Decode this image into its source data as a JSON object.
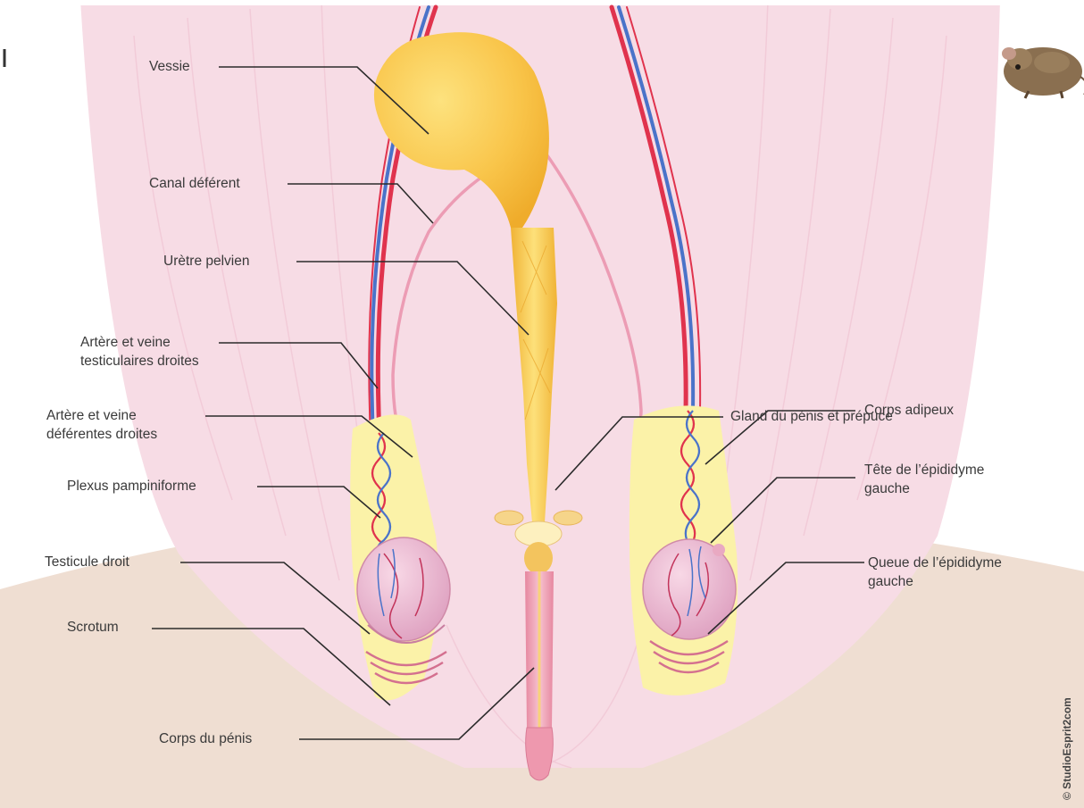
{
  "diagram": {
    "labels": {
      "vessie": "Vessie",
      "canal_deferent": "Canal déférent",
      "uretre_pelvien": "Urètre pelvien",
      "artere_veine_testiculaires": "Artère et veine\ntesticulaires droites",
      "artere_veine_deferentes": "Artère et veine\ndéférentes droites",
      "plexus": "Plexus pampiniforme",
      "testicule_droit": "Testicule droit",
      "scrotum": "Scrotum",
      "corps_penis": "Corps du pénis",
      "gland": "Gland du pénis et prépuce",
      "corps_adipeux": "Corps adipeux",
      "tete_epididyme": "Tête de l’épididyme\ngauche",
      "queue_epididyme": "Queue de l’épididyme\ngauche"
    },
    "credit": "© StudioEsprit2com",
    "colors": {
      "tissue": "#f6dbe4",
      "floor": "#eedccf",
      "bladder": "#f9c54a",
      "fat": "#fbf2a8",
      "testis": "#ecb4cc",
      "artery": "#e0334d",
      "vein": "#4a73c9",
      "duct": "#ec9cb4",
      "penis": "#ef9fb3",
      "leader": "#2b2b2b"
    }
  }
}
